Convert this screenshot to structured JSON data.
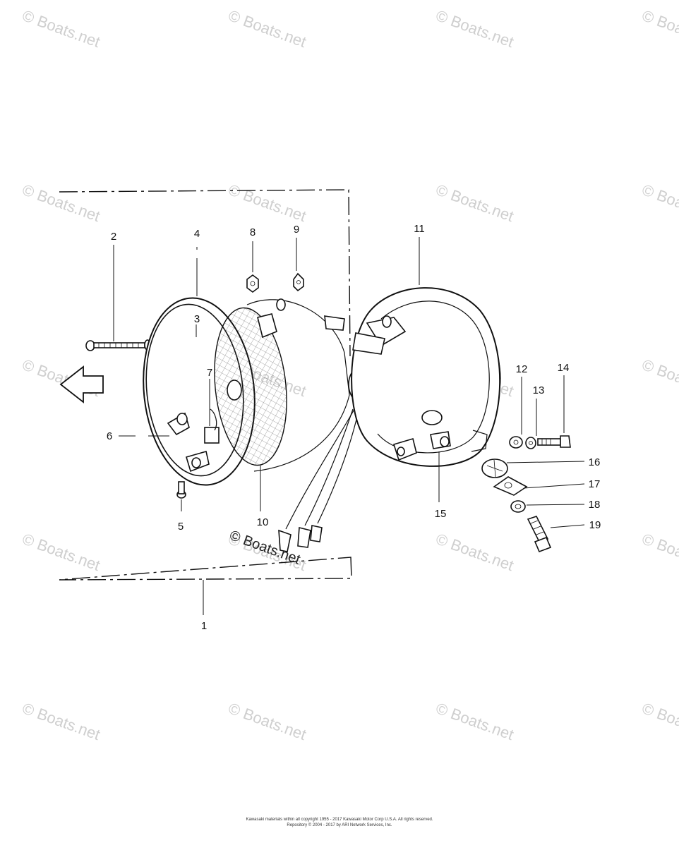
{
  "watermark": "© Boats.net",
  "footer": {
    "line1": "Kawasaki materials within all copyright 1955 - 2017 Kawasaki Motor Corp U.S.A. All rights reserved.",
    "line2": "Repository © 2004 - 2017 by ARI Network Services, Inc."
  },
  "callouts": [
    "1",
    "2",
    "3",
    "4",
    "5",
    "6",
    "7",
    "8",
    "9",
    "10",
    "11",
    "12",
    "13",
    "14",
    "15",
    "16",
    "17",
    "18",
    "19"
  ]
}
